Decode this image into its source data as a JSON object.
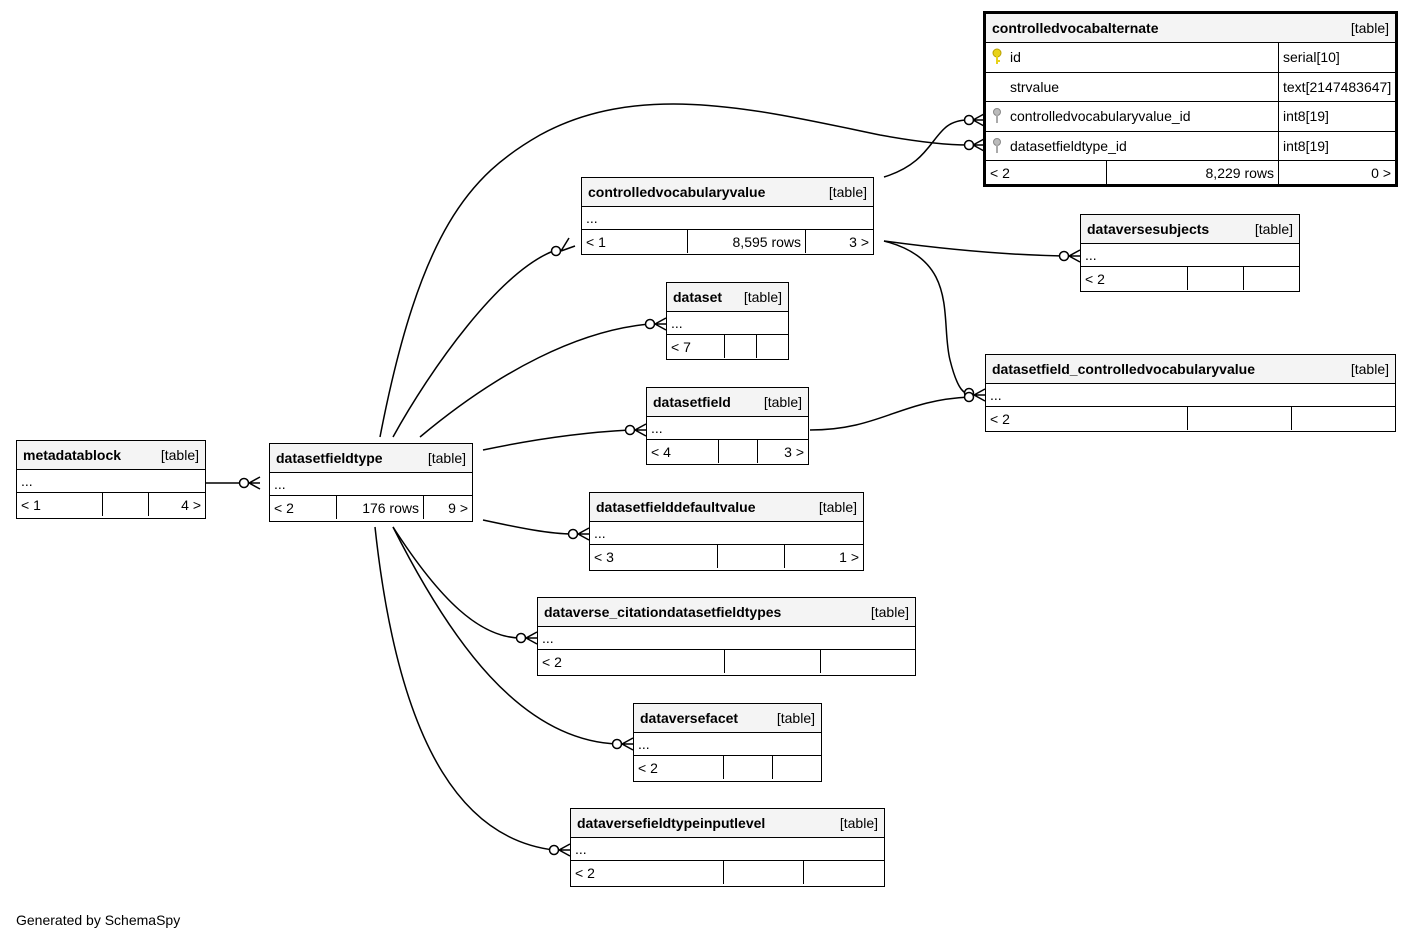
{
  "footer": "Generated by SchemaSpy",
  "colors": {
    "pk_key": "#e8d21a",
    "fk_key": "#aaaaaa",
    "header_bg": "#f4f4f4"
  },
  "tables": {
    "controlledvocabalternate": {
      "name": "controlledvocabalternate",
      "kind": "[table]",
      "columns": [
        {
          "name": "id",
          "type": "serial[10]",
          "key": "primary-key-icon"
        },
        {
          "name": "strvalue",
          "type": "text[2147483647]",
          "key": ""
        },
        {
          "name": "controlledvocabularyvalue_id",
          "type": "int8[19]",
          "key": "foreign-key-icon"
        },
        {
          "name": "datasetfieldtype_id",
          "type": "int8[19]",
          "key": "foreign-key-icon"
        }
      ],
      "parents": "< 2",
      "rows": "8,229 rows",
      "children": "0 >"
    },
    "controlledvocabularyvalue": {
      "name": "controlledvocabularyvalue",
      "kind": "[table]",
      "body": "...",
      "parents": "< 1",
      "rows": "8,595 rows",
      "children": "3 >"
    },
    "dataversesubjects": {
      "name": "dataversesubjects",
      "kind": "[table]",
      "body": "...",
      "parents": "< 2",
      "rows": "",
      "children": ""
    },
    "dataset": {
      "name": "dataset",
      "kind": "[table]",
      "body": "...",
      "parents": "< 7",
      "rows": "",
      "children": ""
    },
    "datasetfield_controlledvocabularyvalue": {
      "name": "datasetfield_controlledvocabularyvalue",
      "kind": "[table]",
      "body": "...",
      "parents": "< 2",
      "rows": "",
      "children": ""
    },
    "datasetfield": {
      "name": "datasetfield",
      "kind": "[table]",
      "body": "...",
      "parents": "< 4",
      "rows": "",
      "children": "3 >"
    },
    "metadatablock": {
      "name": "metadatablock",
      "kind": "[table]",
      "body": "...",
      "parents": "< 1",
      "rows": "",
      "children": "4 >"
    },
    "datasetfieldtype": {
      "name": "datasetfieldtype",
      "kind": "[table]",
      "body": "...",
      "parents": "< 2",
      "rows": "176 rows",
      "children": "9 >"
    },
    "datasetfielddefaultvalue": {
      "name": "datasetfielddefaultvalue",
      "kind": "[table]",
      "body": "...",
      "parents": "< 3",
      "rows": "",
      "children": "1 >"
    },
    "dataverse_citationdatasetfieldtypes": {
      "name": "dataverse_citationdatasetfieldtypes",
      "kind": "[table]",
      "body": "...",
      "parents": "< 2",
      "rows": "",
      "children": ""
    },
    "dataversefacet": {
      "name": "dataversefacet",
      "kind": "[table]",
      "body": "...",
      "parents": "< 2",
      "rows": "",
      "children": ""
    },
    "dataversefieldtypeinputlevel": {
      "name": "dataversefieldtypeinputlevel",
      "kind": "[table]",
      "body": "...",
      "parents": "< 2",
      "rows": "",
      "children": ""
    }
  }
}
